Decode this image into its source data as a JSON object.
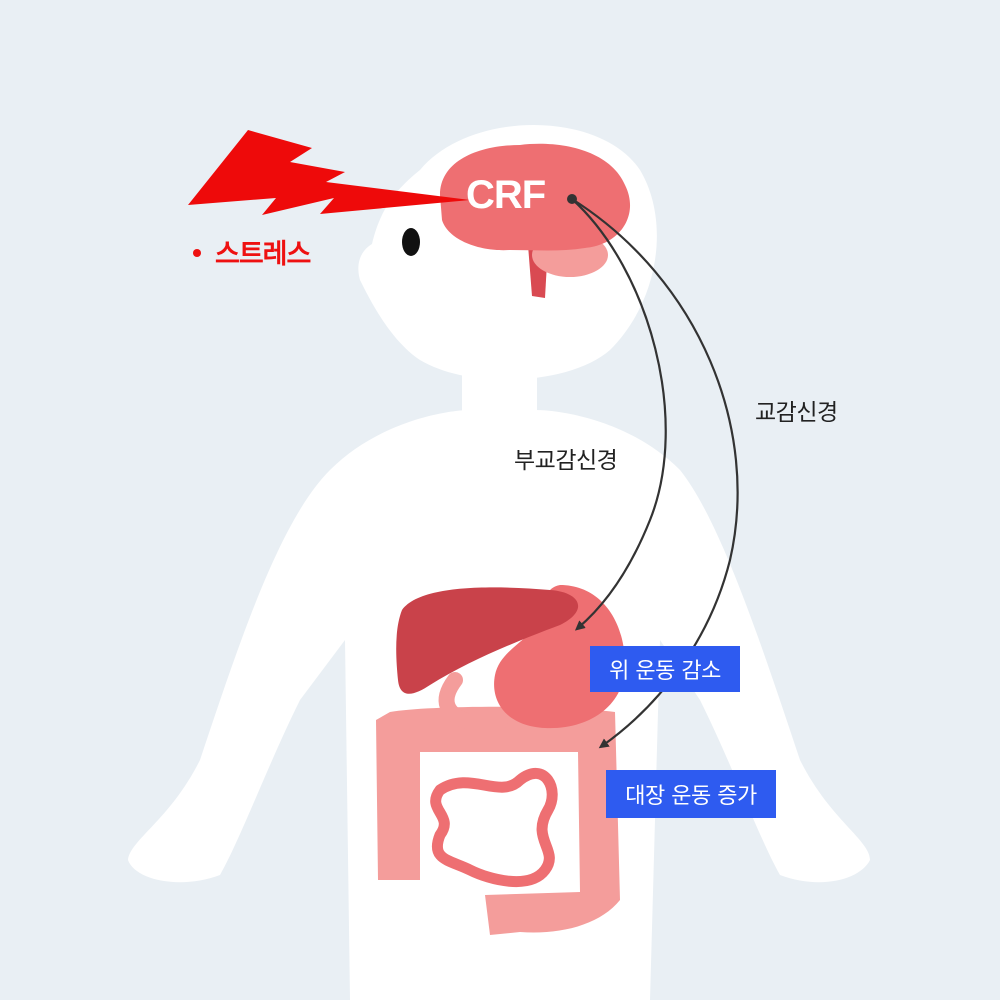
{
  "brain_label": "CRF",
  "stress_label": "스트레스",
  "parasympathetic_label": "부교감신경",
  "sympathetic_label": "교감신경",
  "stomach_effect": "위 운동 감소",
  "colon_effect": "대장 운동 증가",
  "colors": {
    "background": "#e9eff4",
    "body": "#ffffff",
    "stress": "#ee1111",
    "organ": "#ee6f72",
    "liver": "#c9424a",
    "intestine": "#f49d9b",
    "tag": "#2e5bf0"
  }
}
